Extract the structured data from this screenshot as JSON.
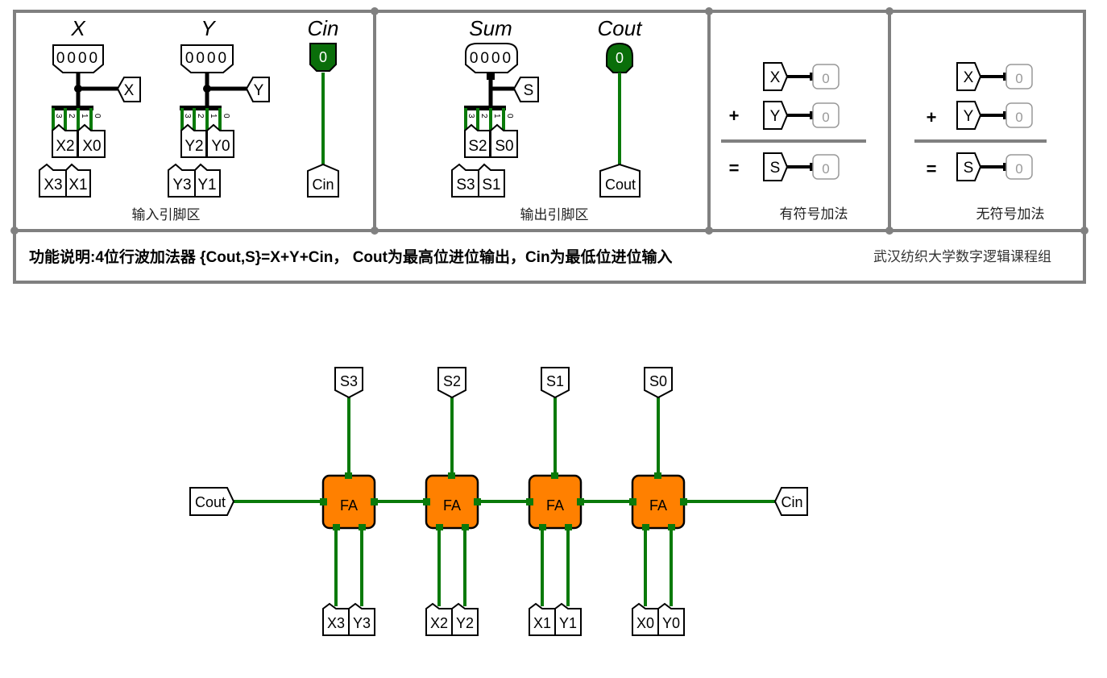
{
  "input_panel": {
    "title_x": "X",
    "title_y": "Y",
    "title_cin": "Cin",
    "x_display": "0000",
    "y_display": "0000",
    "cin_value": "0",
    "x_tunnel": "X",
    "y_tunnel": "Y",
    "x_bits_top": [
      "X2",
      "X0"
    ],
    "x_bits_bottom": [
      "X3",
      "X1"
    ],
    "y_bits_top": [
      "Y2",
      "Y0"
    ],
    "y_bits_bottom": [
      "Y3",
      "Y1"
    ],
    "bit_index": [
      "3",
      "2",
      "1",
      "0"
    ],
    "cin_tunnel": "Cin",
    "caption": "输入引脚区"
  },
  "output_panel": {
    "title_sum": "Sum",
    "title_cout": "Cout",
    "sum_display": "0000",
    "cout_value": "0",
    "s_tunnel": "S",
    "s_bits_top": [
      "S2",
      "S0"
    ],
    "s_bits_bottom": [
      "S3",
      "S1"
    ],
    "bit_index": [
      "3",
      "2",
      "1",
      "0"
    ],
    "cout_tunnel": "Cout",
    "caption": "输出引脚区"
  },
  "signed_panel": {
    "plus": "+",
    "equals": "=",
    "x_label": "X",
    "y_label": "Y",
    "s_label": "S",
    "x_value": "0",
    "y_value": "0",
    "s_value": "0",
    "caption": "有符号加法"
  },
  "unsigned_panel": {
    "plus": "+",
    "equals": "=",
    "x_label": "X",
    "y_label": "Y",
    "s_label": "S",
    "x_value": "0",
    "y_value": "0",
    "s_value": "0",
    "caption": "无符号加法"
  },
  "description": {
    "text": "功能说明:4位行波加法器 {Cout,S}=X+Y+Cin， Cout为最高位进位输出，Cin为最低位进位输入",
    "credit": "武汉纺织大学数字逻辑课程组"
  },
  "circuit": {
    "cout_tunnel": "Cout",
    "cin_tunnel": "Cin",
    "adders": [
      {
        "label": "FA",
        "sum": "S3",
        "a": "X3",
        "b": "Y3"
      },
      {
        "label": "FA",
        "sum": "S2",
        "a": "X2",
        "b": "Y2"
      },
      {
        "label": "FA",
        "sum": "S1",
        "a": "X1",
        "b": "Y1"
      },
      {
        "label": "FA",
        "sum": "S0",
        "a": "X0",
        "b": "Y0"
      }
    ]
  },
  "colors": {
    "wire": "#0a7a0a",
    "pin_fill": "#0a6e0a",
    "adder_fill": "#ff8000",
    "frame": "#808080",
    "bus": "#000000"
  }
}
